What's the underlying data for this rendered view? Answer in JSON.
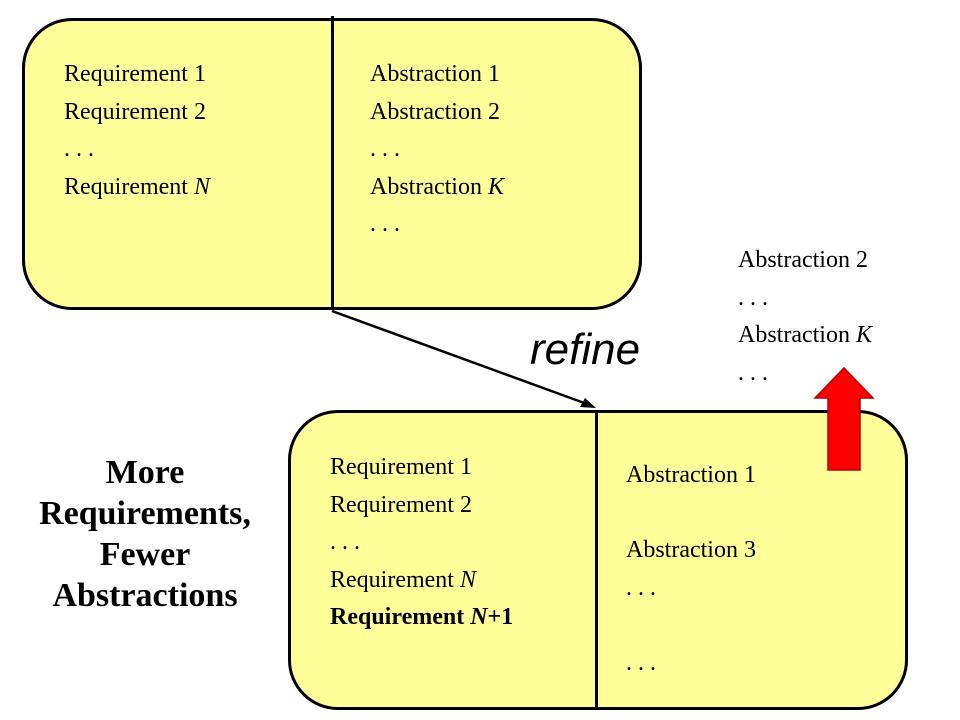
{
  "top_box": {
    "left": [
      "Requirement 1",
      "Requirement 2",
      ". . .",
      "Requirement N"
    ],
    "right": [
      "Abstraction 1",
      "Abstraction 2",
      ". . .",
      "Abstraction K",
      ". . ."
    ]
  },
  "bottom_box": {
    "left": [
      "Requirement 1",
      "Requirement 2",
      ". . .",
      "Requirement N",
      "Requirement N+1"
    ],
    "right": [
      "Abstraction 1",
      "",
      "Abstraction 3",
      ". . .",
      "",
      ". . ."
    ]
  },
  "removed_abstractions": [
    "Abstraction 2",
    ". . .",
    "Abstraction K",
    ". . ."
  ],
  "refine_label": "refine",
  "side_caption": [
    "More",
    "Requirements,",
    "Fewer",
    "Abstractions"
  ],
  "colors": {
    "box_fill": "#ffff99",
    "arrow_up_fill": "#ff0000"
  },
  "icons": {
    "refine_arrow": "arrow-diagonal-icon",
    "remove_arrow": "arrow-up-icon"
  }
}
